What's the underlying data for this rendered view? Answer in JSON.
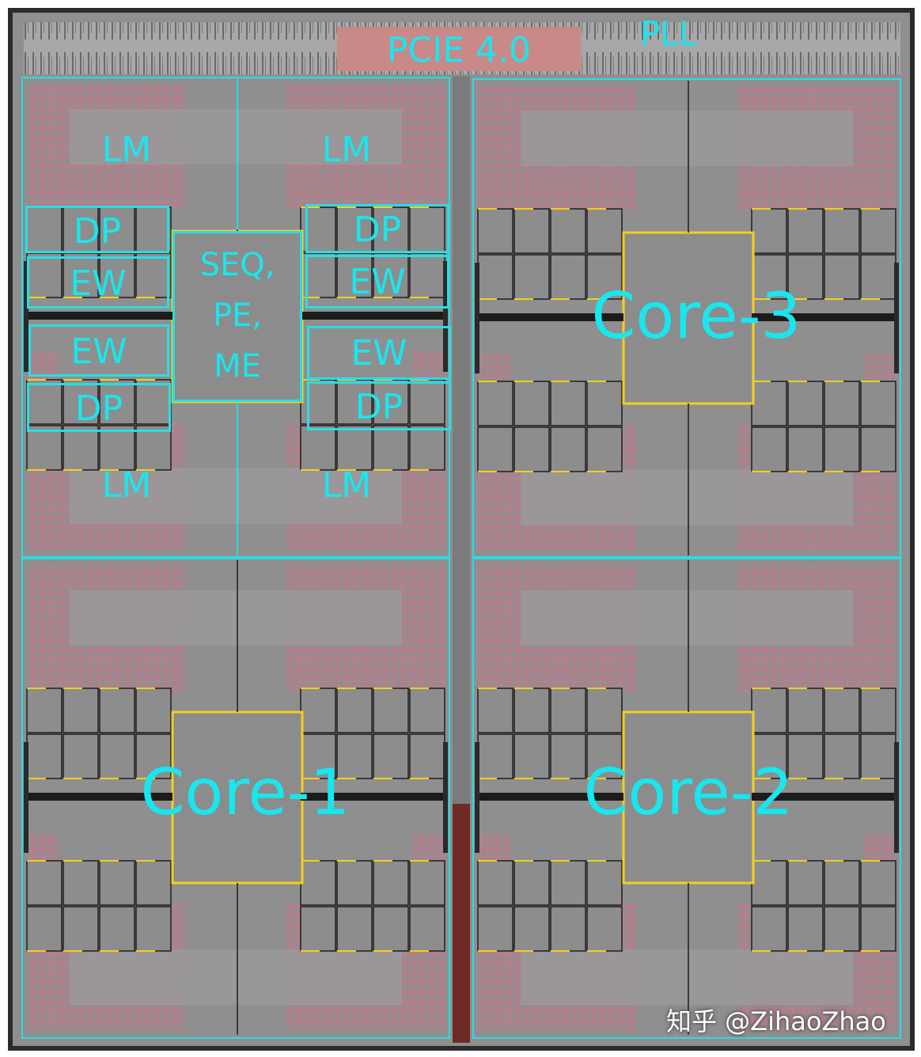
{
  "labels": {
    "pcie": "PCIE 4.0",
    "pll": "PLL",
    "lm": "LM",
    "dp": "DP",
    "ew": "EW",
    "center": [
      "SEQ,",
      "PE,",
      "ME"
    ],
    "core1": "Core-1",
    "core2": "Core-2",
    "core3": "Core-3"
  },
  "watermark": "知乎 @ZihaoZhao",
  "colors": {
    "label": "#19e6ee",
    "outline": "#29dde6",
    "die_base": "#8f8f8f",
    "memory": "#b0818c",
    "pcie": "#c98989",
    "yellow": "#f2cf1d",
    "channel": "#6f2a24"
  }
}
